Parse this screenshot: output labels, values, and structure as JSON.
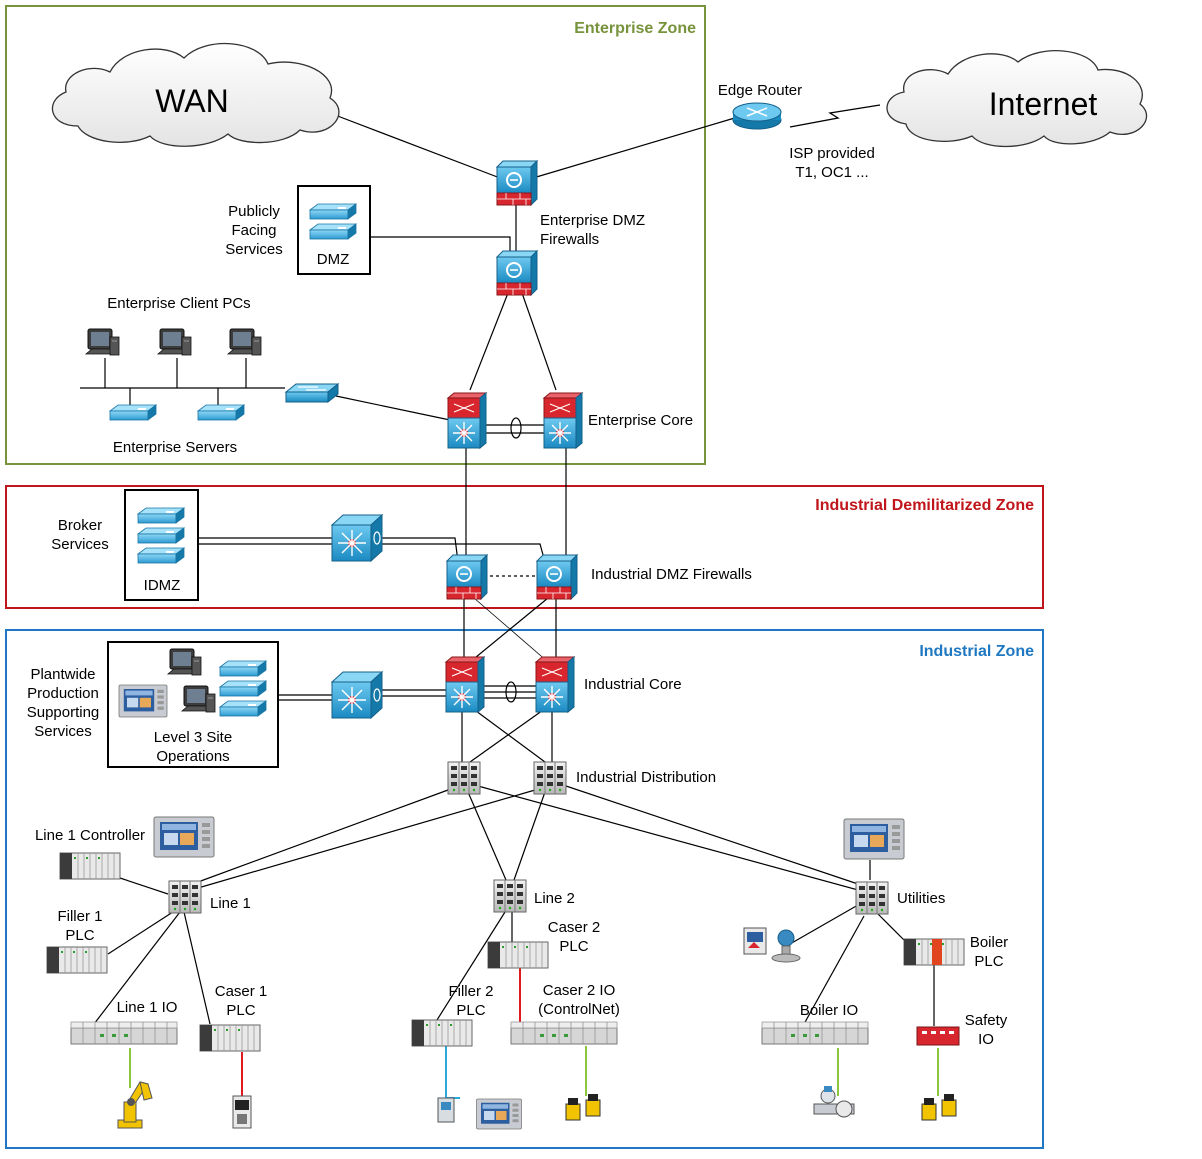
{
  "zones": {
    "enterprise": {
      "title": "Enterprise Zone",
      "color": "#77933c"
    },
    "idmz": {
      "title": "Industrial Demilitarized Zone",
      "color": "#c0151b"
    },
    "industrial": {
      "title": "Industrial Zone",
      "color": "#1f78c1"
    }
  },
  "clouds": {
    "wan": "WAN",
    "internet": "Internet"
  },
  "labels": {
    "edge_router": "Edge Router",
    "isp_1": "ISP provided",
    "isp_2": "T1, OC1 ...",
    "publicly_1": "Publicly",
    "publicly_2": "Facing",
    "publicly_3": "Services",
    "dmz": "DMZ",
    "ent_dmz_fw_1": "Enterprise DMZ",
    "ent_dmz_fw_2": "Firewalls",
    "ent_clients": "Enterprise Client PCs",
    "ent_servers": "Enterprise Servers",
    "ent_core": "Enterprise Core",
    "broker_1": "Broker",
    "broker_2": "Services",
    "idmz": "IDMZ",
    "ind_dmz_fw": "Industrial DMZ Firewalls",
    "plantwide_1": "Plantwide",
    "plantwide_2": "Production",
    "plantwide_3": "Supporting",
    "plantwide_4": "Services",
    "level3_1": "Level 3 Site",
    "level3_2": "Operations",
    "ind_core": "Industrial Core",
    "ind_dist": "Industrial Distribution",
    "line1_ctrl": "Line 1 Controller",
    "line1": "Line 1",
    "filler1_1": "Filler 1",
    "filler1_2": "PLC",
    "line1_io": "Line 1 IO",
    "caser1_1": "Caser 1",
    "caser1_2": "PLC",
    "line2": "Line 2",
    "caser2_1": "Caser 2",
    "caser2_2": "PLC",
    "filler2_1": "Filler 2",
    "filler2_2": "PLC",
    "caser2io_1": "Caser 2 IO",
    "caser2io_2": "(ControlNet)",
    "utilities": "Utilities",
    "boiler_plc_1": "Boiler",
    "boiler_plc_2": "PLC",
    "boiler_io": "Boiler IO",
    "safety_1": "Safety",
    "safety_2": "IO"
  }
}
